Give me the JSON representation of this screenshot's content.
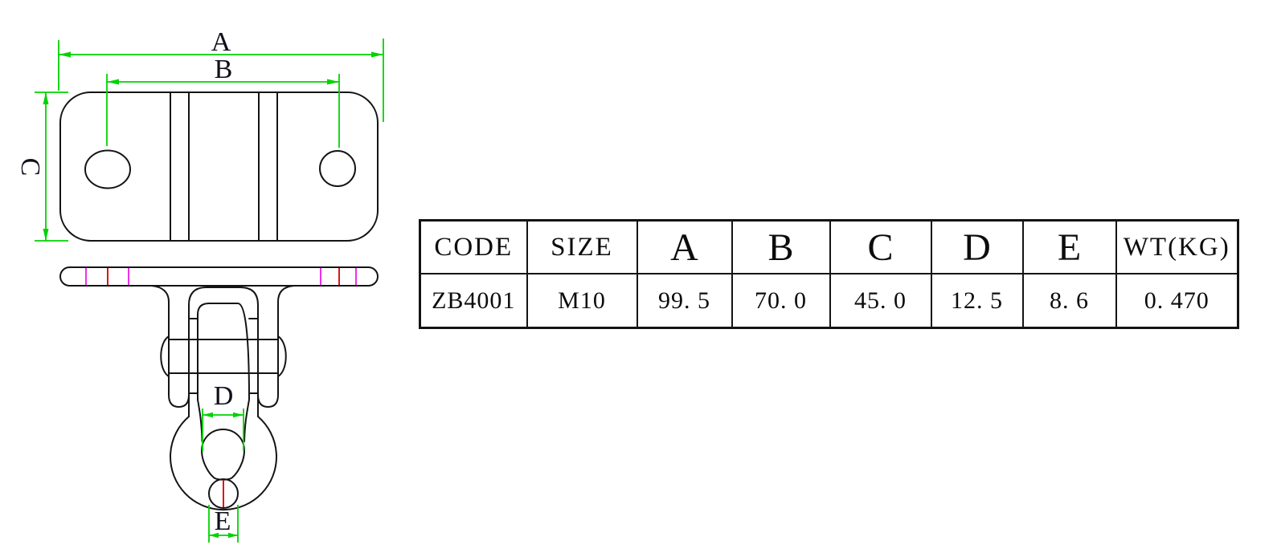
{
  "page": {
    "background": "#ffffff"
  },
  "drawing": {
    "labels": {
      "a": "A",
      "b": "B",
      "c": "C",
      "d": "D",
      "e": "E"
    },
    "colors": {
      "outline": "#141414",
      "dimension_green": "#00d300",
      "centerline_red": "#df1414",
      "hidden_magenta": "#ee30ee",
      "label_text": "#10101c"
    }
  },
  "table": {
    "border_color": "#141414",
    "headers": [
      "CODE",
      "SIZE",
      "A",
      "B",
      "C",
      "D",
      "E",
      "WT(KG)"
    ],
    "rows": [
      [
        "ZB4001",
        "M10",
        "99. 5",
        "70. 0",
        "45. 0",
        "12. 5",
        "8. 6",
        "0. 470"
      ]
    ]
  }
}
